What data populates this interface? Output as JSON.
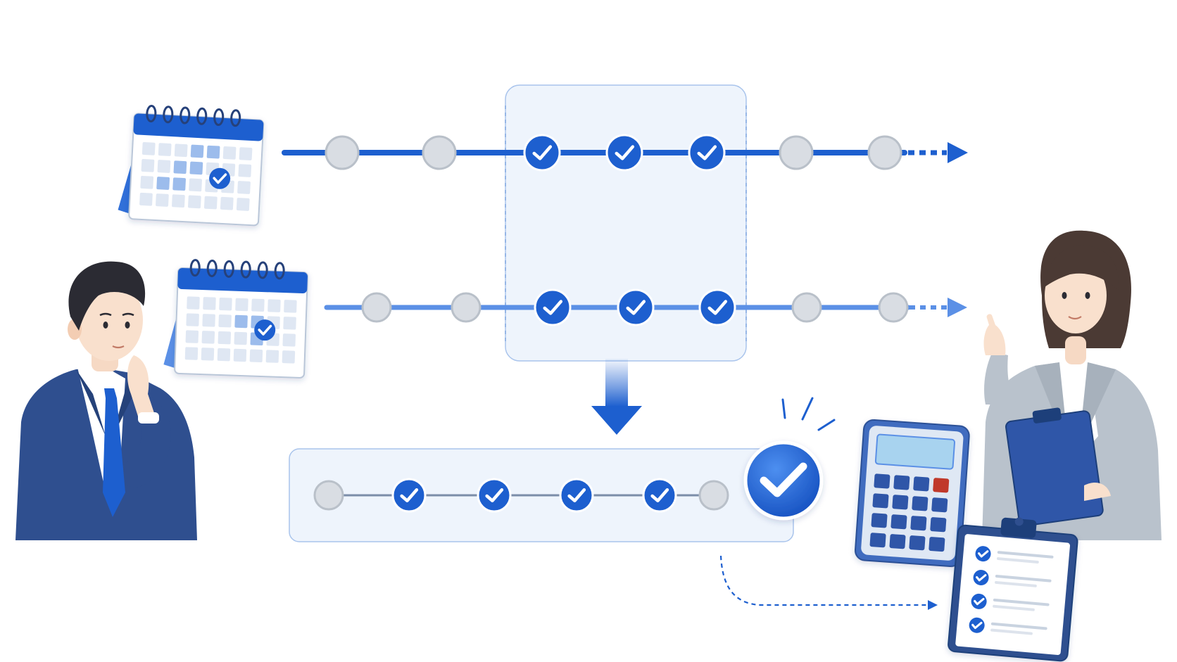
{
  "colors": {
    "primary": "#1d5fcf",
    "primary_light": "#5b90e6",
    "node_gray": "#d9dde3",
    "node_gray_stroke": "#b9c0c9",
    "panel_fill": "#eef4fc",
    "panel_stroke": "#9fbdea",
    "suit": "#2f4f8f",
    "blazer": "#b9c2cc",
    "hair": "#2b2b33"
  },
  "timelines": [
    {
      "id": "timeline-top",
      "nodes": [
        "pending",
        "pending",
        "done",
        "done",
        "done",
        "pending",
        "pending"
      ]
    },
    {
      "id": "timeline-middle",
      "nodes": [
        "pending",
        "pending",
        "done",
        "done",
        "done",
        "pending",
        "pending"
      ]
    },
    {
      "id": "timeline-result",
      "nodes": [
        "pending",
        "done",
        "done",
        "done",
        "done",
        "pending"
      ]
    }
  ],
  "checklist": {
    "items_checked": 4
  },
  "icons": {
    "calendar": "calendar-icon",
    "check": "check-icon",
    "calculator": "calculator-icon",
    "clipboard": "clipboard-icon",
    "arrow": "arrow-down-icon"
  }
}
